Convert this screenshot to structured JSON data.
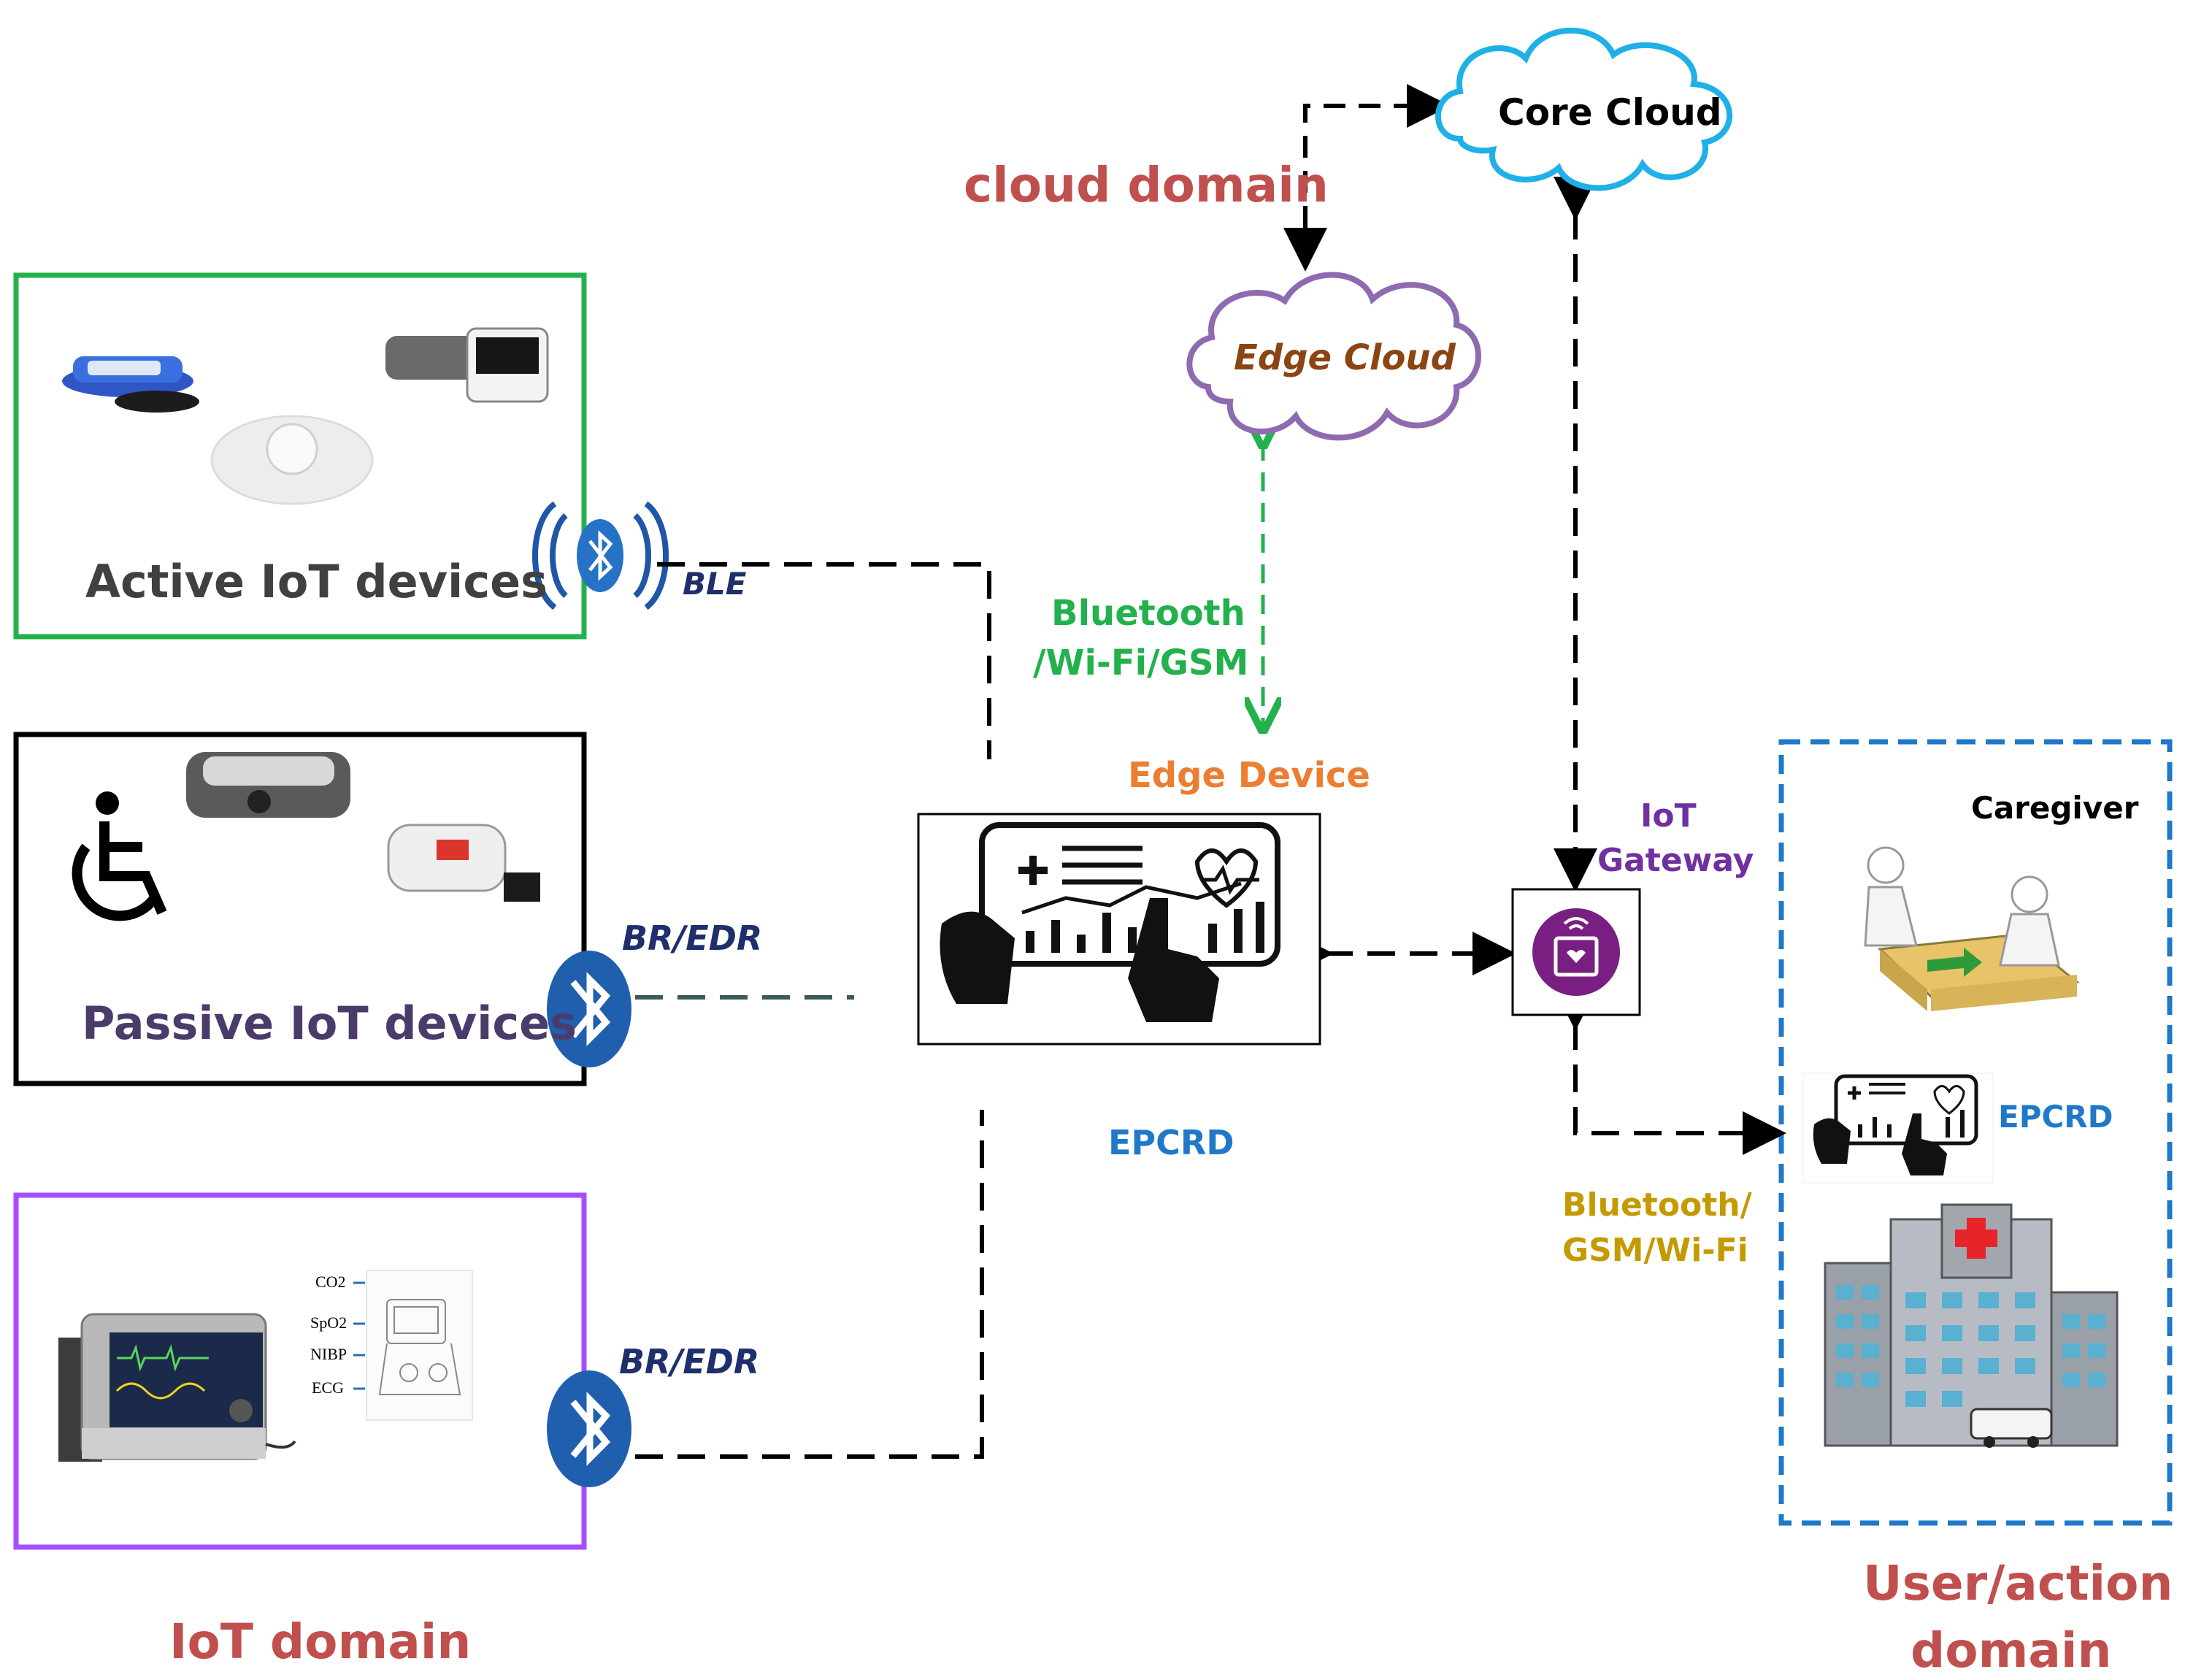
{
  "domains": {
    "cloud": "cloud domain",
    "iot": "IoT domain",
    "user_line1": "User/action",
    "user_line2": "domain"
  },
  "clouds": {
    "core": "Core Cloud",
    "edge": "Edge Cloud"
  },
  "device_groups": {
    "active": "Active IoT devices",
    "passive": "Passive IoT devices"
  },
  "monitor_params": [
    "CO2",
    "SpO2",
    "NIBP",
    "ECG"
  ],
  "links": {
    "ble": "BLE",
    "br_edr_1": "BR/EDR",
    "br_edr_2": "BR/EDR",
    "edge_link_line1": "Bluetooth",
    "edge_link_line2": "/Wi-Fi/GSM",
    "gateway_link_line1": "Bluetooth/",
    "gateway_link_line2": "GSM/Wi-Fi"
  },
  "nodes": {
    "edge_device": "Edge Device",
    "epcrd": "EPCRD",
    "iot_gateway_line1": "IoT",
    "iot_gateway_line2": "Gateway",
    "caregiver": "Caregiver",
    "user_epcrd": "EPCRD"
  },
  "colors": {
    "domain_label": "#c0504d",
    "active_border": "#22b14c",
    "passive_border": "#000000",
    "monitor_border": "#a64dff",
    "user_border": "#1f78c8",
    "core_cloud": "#1fb0e8",
    "edge_cloud": "#8e6bb0",
    "edge_cloud_text": "#8b4513",
    "edge_link": "#22b14c",
    "edge_device_text": "#ed7d31",
    "epcrd_text": "#1f78c8",
    "gateway_text": "#7030a0",
    "gateway_link_text": "#c49a00",
    "bt_label": "#1f2f6b",
    "passive_text": "#4b3b6b",
    "active_text": "#404040"
  }
}
